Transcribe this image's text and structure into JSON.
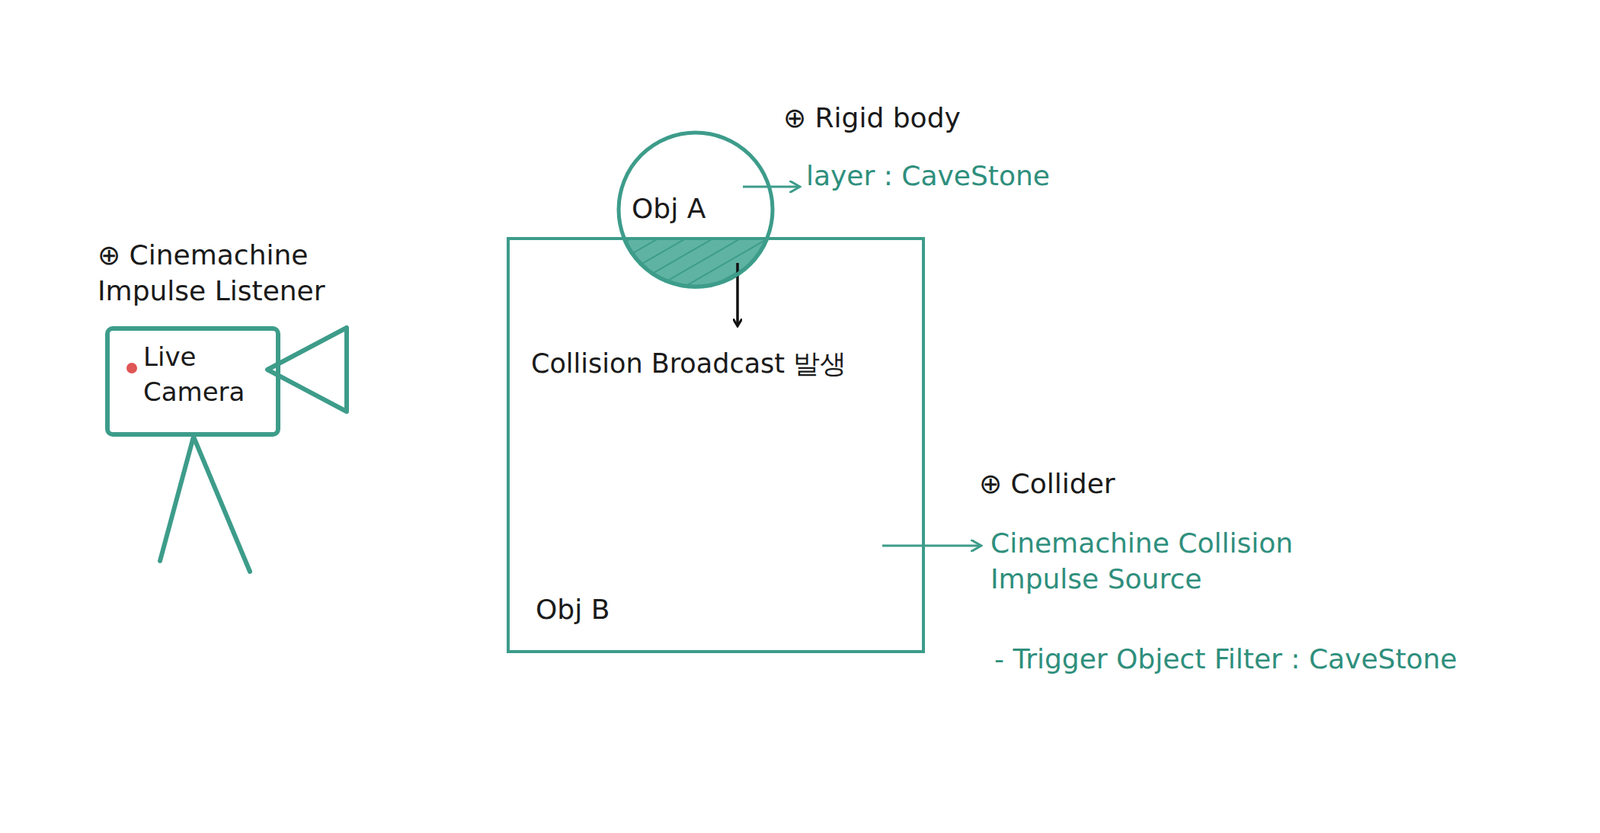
{
  "diagram": {
    "nodes": [
      {
        "text": [
          "⊕ Cinemachine Impulse Listener",
          "Live Camera"
        ]
      },
      {
        "text": [
          "Obj A"
        ]
      },
      {
        "text": [
          "Collision Broadcast 발생",
          "Obj B"
        ]
      }
    ],
    "labels": [
      "⊕ Rigid body",
      "layer : CaveStone",
      "⊕ Collider",
      "Cinemachine Collision Impulse Source",
      "- Trigger Object Filter : CaveStone"
    ]
  }
}
